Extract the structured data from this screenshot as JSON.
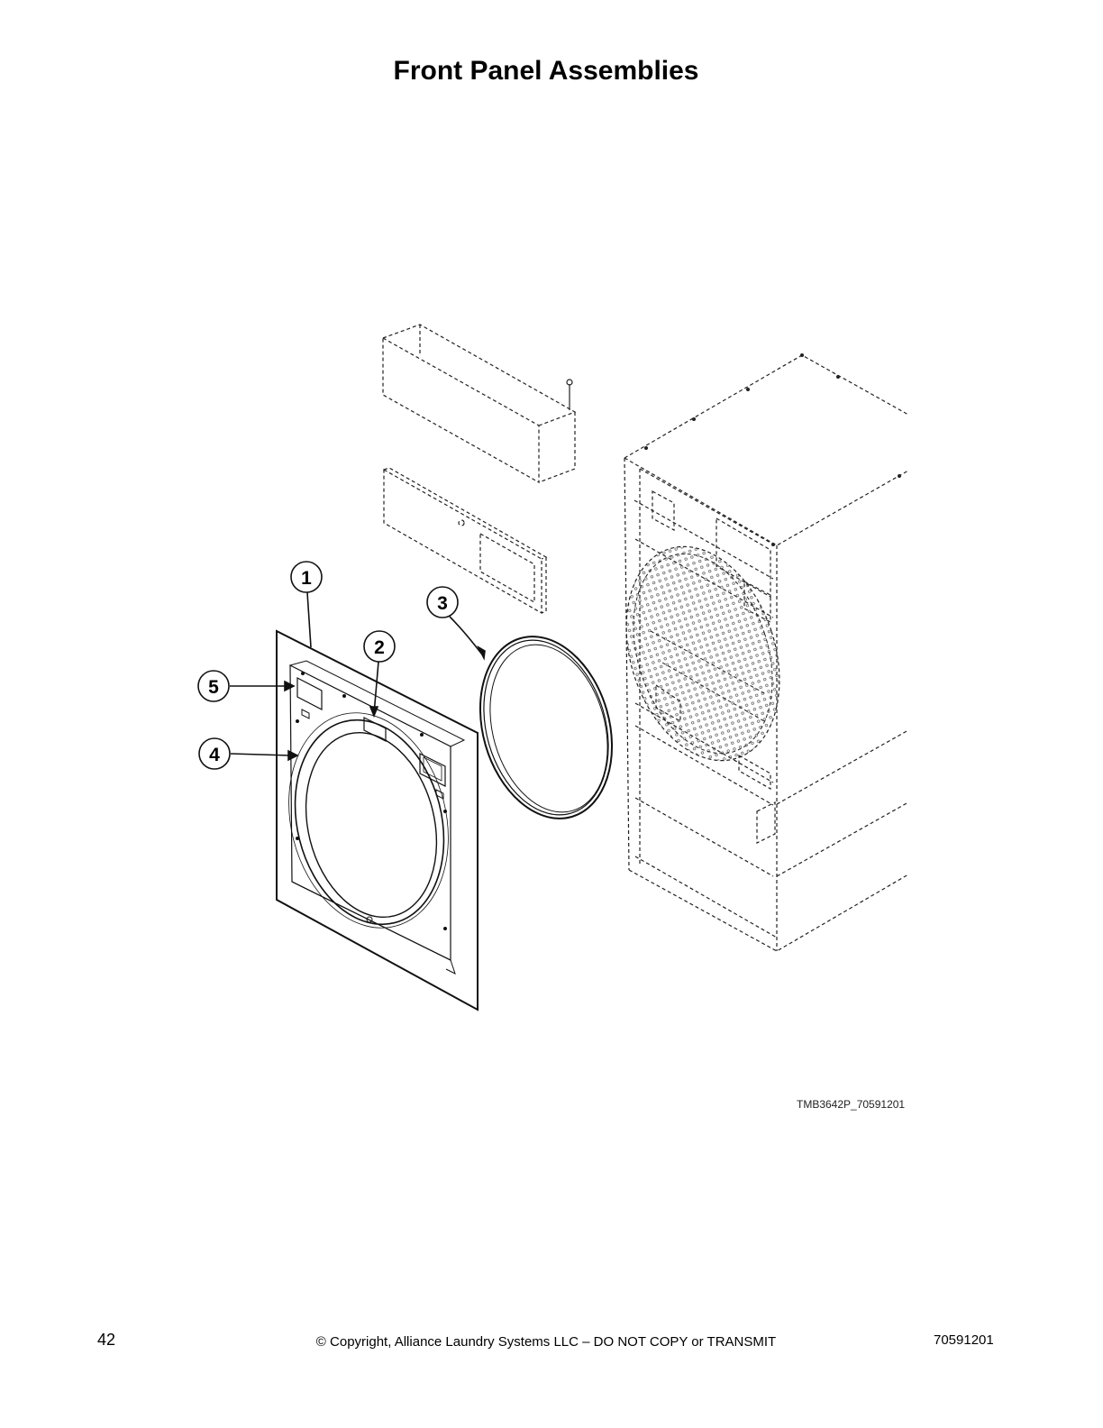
{
  "title": "Front Panel Assemblies",
  "callouts": [
    "1",
    "2",
    "3",
    "4",
    "5"
  ],
  "figure_code": "TMB3642P_70591201",
  "footer": {
    "page_number": "42",
    "copyright": "© Copyright, Alliance Laundry Systems LLC – DO NOT COPY or TRANSMIT",
    "document_number": "70591201"
  }
}
